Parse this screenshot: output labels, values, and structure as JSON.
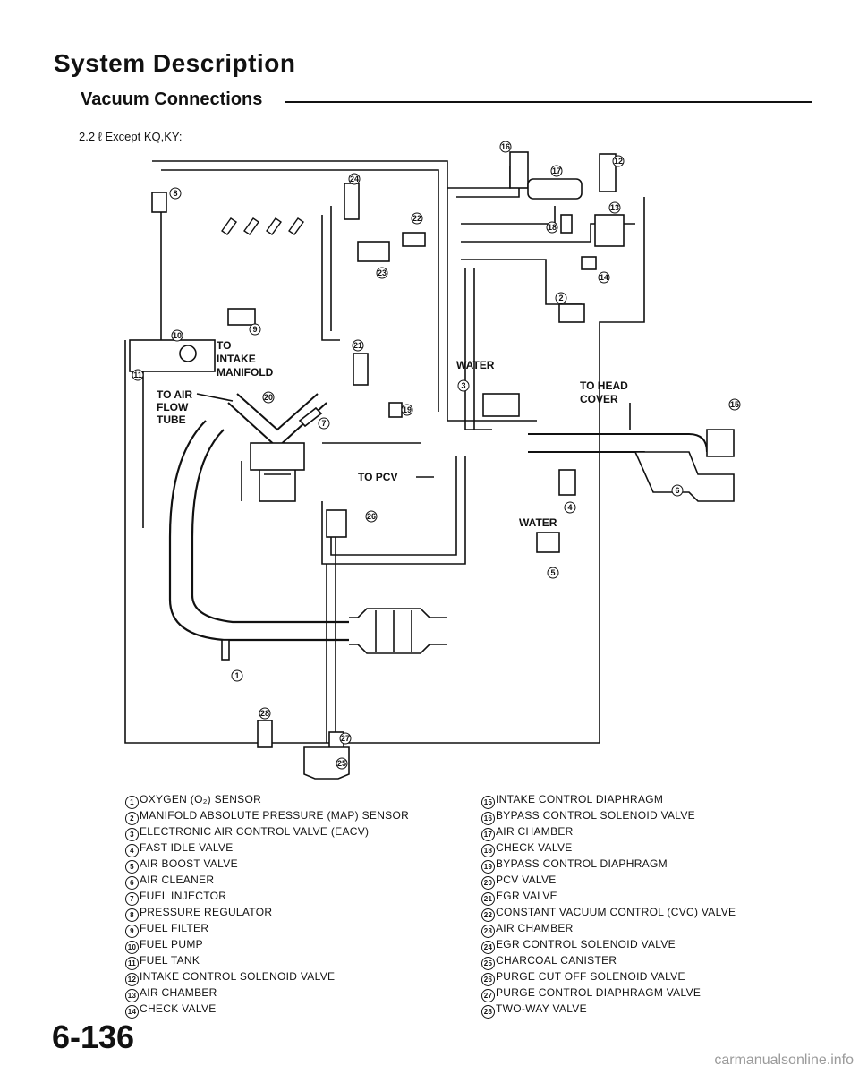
{
  "header": {
    "title": "System Description",
    "subtitle": "Vacuum Connections",
    "variant": "2.2 ℓ Except KQ,KY:"
  },
  "diagram_labels": {
    "to_intake_manifold": [
      "TO",
      "INTAKE",
      "MANIFOLD"
    ],
    "to_air_flow_tube": [
      "TO AIR",
      "FLOW",
      "TUBE"
    ],
    "to_pcv": "TO PCV",
    "water_upper": "WATER",
    "water_lower": "WATER",
    "to_head_cover": [
      "TO HEAD",
      "COVER"
    ]
  },
  "legend": {
    "left": [
      {
        "num": "1",
        "text": "OXYGEN (O₂) SENSOR"
      },
      {
        "num": "2",
        "text": "MANIFOLD ABSOLUTE PRESSURE (MAP) SENSOR"
      },
      {
        "num": "3",
        "text": "ELECTRONIC AIR CONTROL VALVE (EACV)"
      },
      {
        "num": "4",
        "text": "FAST IDLE VALVE"
      },
      {
        "num": "5",
        "text": "AIR BOOST VALVE"
      },
      {
        "num": "6",
        "text": "AIR CLEANER"
      },
      {
        "num": "7",
        "text": "FUEL INJECTOR"
      },
      {
        "num": "8",
        "text": "PRESSURE REGULATOR"
      },
      {
        "num": "9",
        "text": "FUEL FILTER"
      },
      {
        "num": "10",
        "text": "FUEL PUMP"
      },
      {
        "num": "11",
        "text": "FUEL TANK"
      },
      {
        "num": "12",
        "text": "INTAKE CONTROL SOLENOID VALVE"
      },
      {
        "num": "13",
        "text": "AIR CHAMBER"
      },
      {
        "num": "14",
        "text": "CHECK VALVE"
      }
    ],
    "right": [
      {
        "num": "15",
        "text": "INTAKE CONTROL DIAPHRAGM"
      },
      {
        "num": "16",
        "text": "BYPASS CONTROL SOLENOID VALVE"
      },
      {
        "num": "17",
        "text": "AIR CHAMBER"
      },
      {
        "num": "18",
        "text": "CHECK VALVE"
      },
      {
        "num": "19",
        "text": "BYPASS CONTROL DIAPHRAGM"
      },
      {
        "num": "20",
        "text": "PCV VALVE"
      },
      {
        "num": "21",
        "text": "EGR VALVE"
      },
      {
        "num": "22",
        "text": "CONSTANT VACUUM CONTROL (CVC) VALVE"
      },
      {
        "num": "23",
        "text": "AIR CHAMBER"
      },
      {
        "num": "24",
        "text": "EGR CONTROL SOLENOID VALVE"
      },
      {
        "num": "25",
        "text": "CHARCOAL CANISTER"
      },
      {
        "num": "26",
        "text": "PURGE CUT OFF SOLENOID VALVE"
      },
      {
        "num": "27",
        "text": "PURGE CONTROL DIAPHRAGM VALVE"
      },
      {
        "num": "28",
        "text": "TWO-WAY VALVE"
      }
    ]
  },
  "footer": {
    "page_number": "6-136",
    "watermark": "carmanualsonline.info"
  }
}
